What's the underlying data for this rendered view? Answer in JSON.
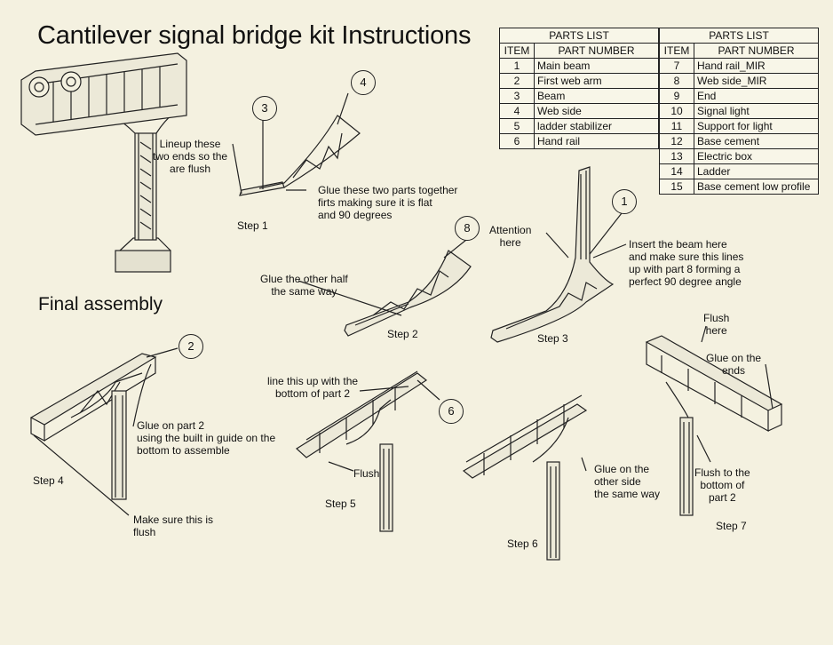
{
  "title": "Cantilever signal bridge kit Instructions",
  "final_heading": "Final assembly",
  "parts_list_a": {
    "heading": "PARTS LIST",
    "col_item": "ITEM",
    "col_part": "PART NUMBER",
    "rows": [
      {
        "item": "1",
        "part": "Main beam"
      },
      {
        "item": "2",
        "part": "First web arm"
      },
      {
        "item": "3",
        "part": "Beam"
      },
      {
        "item": "4",
        "part": "Web side"
      },
      {
        "item": "5",
        "part": "ladder stabilizer"
      },
      {
        "item": "6",
        "part": "Hand rail"
      }
    ]
  },
  "parts_list_b": {
    "heading": "PARTS LIST",
    "col_item": "ITEM",
    "col_part": "PART NUMBER",
    "rows": [
      {
        "item": "7",
        "part": "Hand rail_MIR"
      },
      {
        "item": "8",
        "part": "Web side_MIR"
      },
      {
        "item": "9",
        "part": "End"
      },
      {
        "item": "10",
        "part": "Signal light"
      },
      {
        "item": "11",
        "part": "Support for light"
      },
      {
        "item": "12",
        "part": "Base cement"
      },
      {
        "item": "13",
        "part": "Electric box"
      },
      {
        "item": "14",
        "part": "Ladder"
      },
      {
        "item": "15",
        "part": "Base cement low profile"
      }
    ]
  },
  "callouts": {
    "c3": "3",
    "c4": "4",
    "c8": "8",
    "c1": "1",
    "c2": "2",
    "c6": "6"
  },
  "steps": {
    "s1": "Step 1",
    "s2": "Step 2",
    "s3": "Step 3",
    "s4": "Step 4",
    "s5": "Step 5",
    "s6": "Step 6",
    "s7": "Step 7"
  },
  "notes": {
    "lineup": [
      "Lineup these",
      "two ends so the",
      "are flush"
    ],
    "glue_together": [
      "Glue these two parts together",
      "firts making sure it is flat",
      "and 90 degrees"
    ],
    "glue_other_half": [
      "Glue the other half",
      "the same way"
    ],
    "attention": [
      "Attention",
      "here"
    ],
    "insert_beam": [
      "Insert the beam here",
      "and make sure this lines",
      "up with part 8 forming a",
      "perfect 90 degree angle"
    ],
    "glue_part2": [
      "Glue on part 2",
      "using the built in guide on the",
      "bottom to assemble"
    ],
    "make_sure_flush": [
      "Make sure this is",
      "flush"
    ],
    "line_up_bottom": [
      "line this up with the",
      "bottom of part 2"
    ],
    "flush": "Flush",
    "glue_other_side": [
      "Glue on the",
      "other side",
      "the same way"
    ],
    "flush_here": [
      "Flush",
      "here"
    ],
    "glue_ends": [
      "Glue on the",
      "ends"
    ],
    "flush_bottom": [
      "Flush to the",
      "bottom of",
      "part 2"
    ]
  }
}
